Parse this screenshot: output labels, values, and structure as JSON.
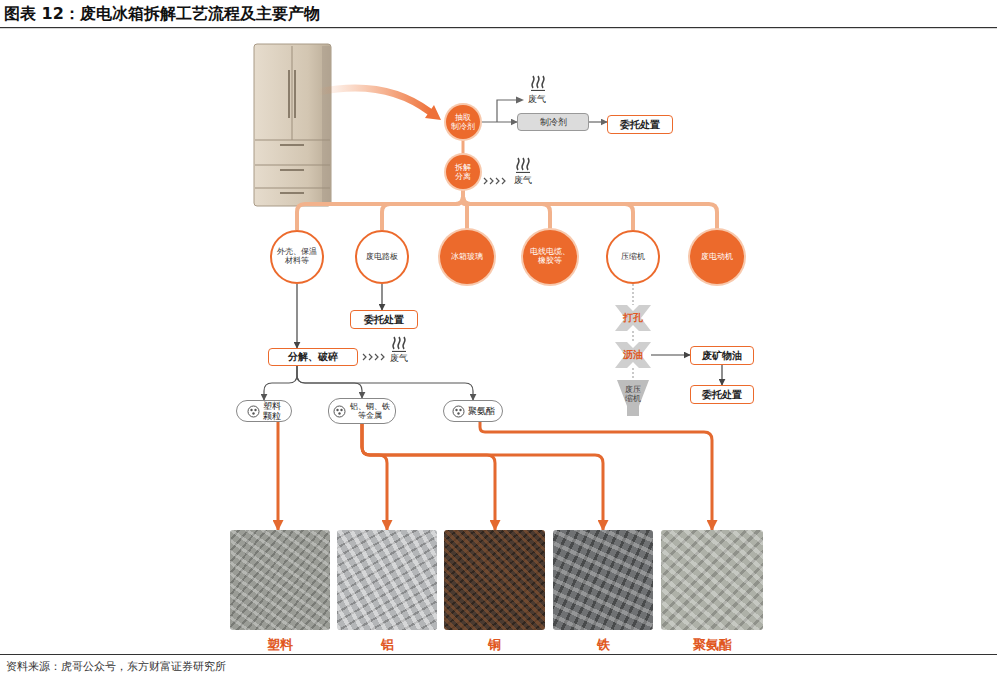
{
  "diagram": {
    "title": "图表 12：废电冰箱拆解工艺流程及主要产物",
    "caption": "资料来源：虎哥公众号，东方财富证券研究所",
    "nodes": [
      {
        "text": [
          "抽取 制冷剂"
        ]
      },
      {
        "text": [
          "制冷剂"
        ]
      },
      {
        "text": [
          "委托处置"
        ]
      },
      {
        "text": [
          "拆解 分离"
        ]
      },
      {
        "text": [
          "外壳、保温 材料等"
        ]
      },
      {
        "text": [
          "废电路板"
        ]
      },
      {
        "text": [
          "冰箱玻璃"
        ]
      },
      {
        "text": [
          "电线电缆、 橡胶等"
        ]
      },
      {
        "text": [
          "压缩机"
        ]
      },
      {
        "text": [
          "废电动机"
        ]
      },
      {
        "text": [
          "委托处置"
        ]
      },
      {
        "text": [
          "分解、破碎"
        ]
      },
      {
        "text": [
          "打孔"
        ]
      },
      {
        "text": [
          "沥油"
        ]
      },
      {
        "text": [
          "废压 缩机"
        ]
      },
      {
        "text": [
          "废矿物油"
        ]
      },
      {
        "text": [
          "委托处置"
        ]
      },
      {
        "text": [
          "塑料 颗粒"
        ]
      },
      {
        "text": [
          "铝、铜、铁 等金属"
        ]
      },
      {
        "text": [
          "聚氨酯"
        ]
      },
      {
        "text": [
          "塑料"
        ]
      },
      {
        "text": [
          "铝"
        ]
      },
      {
        "text": [
          "铜"
        ]
      },
      {
        "text": [
          "铁"
        ]
      },
      {
        "text": [
          "聚氨酯"
        ]
      }
    ],
    "edges": [
      {
        "from": 0,
        "to": 1,
        "arrow": "to"
      },
      {
        "from": 1,
        "to": 2,
        "arrow": "to"
      },
      {
        "from": 0,
        "to": 3,
        "arrow": "none"
      },
      {
        "from": 3,
        "to": 4,
        "arrow": "none"
      },
      {
        "from": 3,
        "to": 5,
        "arrow": "none"
      },
      {
        "from": 3,
        "to": 6,
        "arrow": "none"
      },
      {
        "from": 3,
        "to": 7,
        "arrow": "none"
      },
      {
        "from": 3,
        "to": 8,
        "arrow": "none"
      },
      {
        "from": 3,
        "to": 9,
        "arrow": "none"
      },
      {
        "from": 4,
        "to": 11,
        "arrow": "to"
      },
      {
        "from": 5,
        "to": 10,
        "arrow": "to"
      },
      {
        "from": 8,
        "to": 12,
        "arrow": "none"
      },
      {
        "from": 12,
        "to": 13,
        "arrow": "none"
      },
      {
        "from": 13,
        "to": 14,
        "arrow": "none"
      },
      {
        "from": 13,
        "to": 15,
        "arrow": "to"
      },
      {
        "from": 15,
        "to": 16,
        "arrow": "to"
      },
      {
        "from": 11,
        "to": 17,
        "arrow": "to"
      },
      {
        "from": 11,
        "to": 18,
        "arrow": "to"
      },
      {
        "from": 11,
        "to": 19,
        "arrow": "to"
      },
      {
        "from": 17,
        "to": 20,
        "arrow": "to"
      },
      {
        "from": 18,
        "to": 21,
        "arrow": "to"
      },
      {
        "from": 18,
        "to": 22,
        "arrow": "to"
      },
      {
        "from": 18,
        "to": 23,
        "arrow": "to"
      },
      {
        "from": 19,
        "to": 24,
        "arrow": "to"
      }
    ],
    "labels": [
      "废气",
      "废气",
      "废气"
    ]
  }
}
